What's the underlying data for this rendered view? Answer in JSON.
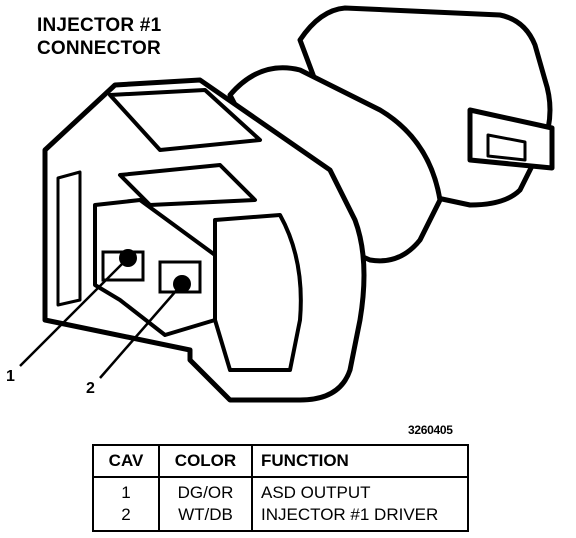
{
  "title": {
    "line1": "INJECTOR #1",
    "line2": "CONNECTOR"
  },
  "figure_id": "3260405",
  "callouts": {
    "pin1": "1",
    "pin2": "2"
  },
  "table": {
    "headers": {
      "cav": "CAV",
      "color": "COLOR",
      "function": "FUNCTION"
    },
    "rows": [
      {
        "cav": "1",
        "color": "DG/OR",
        "function": "ASD OUTPUT"
      },
      {
        "cav": "2",
        "color": "WT/DB",
        "function": "INJECTOR #1 DRIVER"
      }
    ]
  }
}
